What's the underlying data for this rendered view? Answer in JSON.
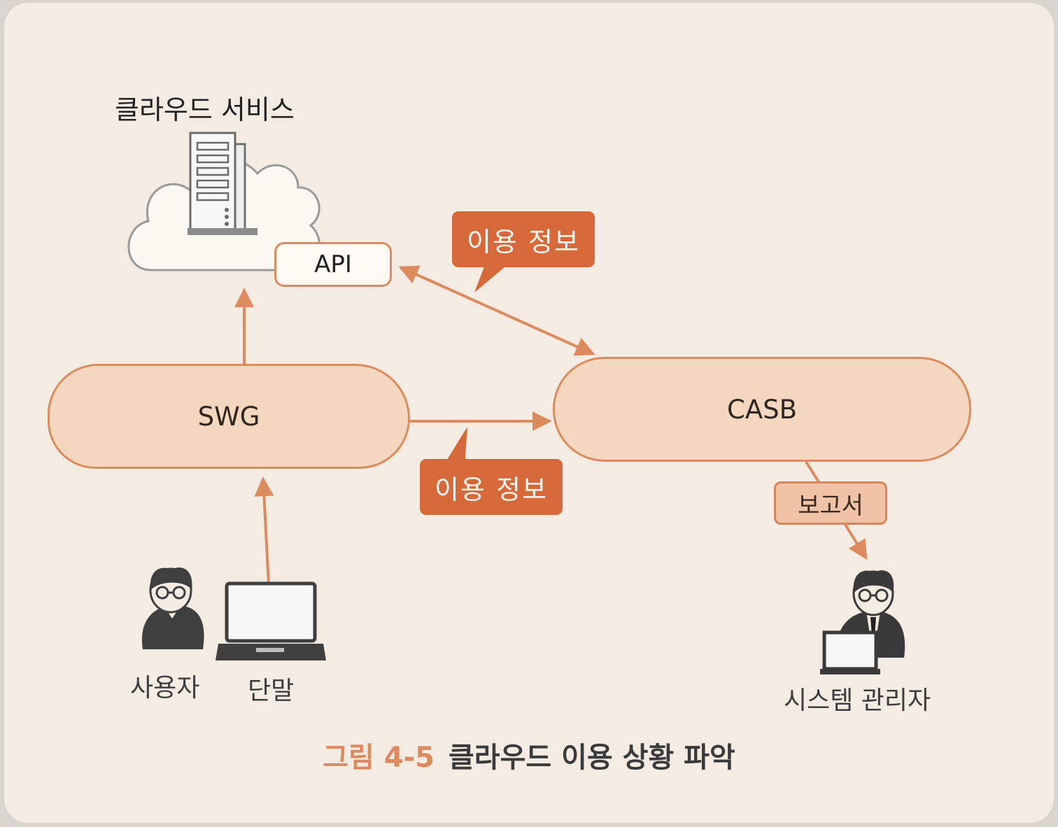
{
  "cloud_service": {
    "title": "클라우드 서비스",
    "api_label": "API"
  },
  "nodes": {
    "swg": "SWG",
    "casb": "CASB"
  },
  "tags": {
    "usage_info_top": "이용 정보",
    "usage_info_bottom": "이용 정보",
    "report": "보고서"
  },
  "actors": {
    "user": "사용자",
    "device": "단말",
    "admin": "시스템 관리자"
  },
  "caption": {
    "figure_number": "그림 4-5",
    "text": "클라우드 이용 상황 파악"
  },
  "colors": {
    "accent": "#dd8a5e",
    "tag_fill": "#d6683a",
    "pill_fill": "#f4d7bf",
    "background": "#f4ece3"
  }
}
